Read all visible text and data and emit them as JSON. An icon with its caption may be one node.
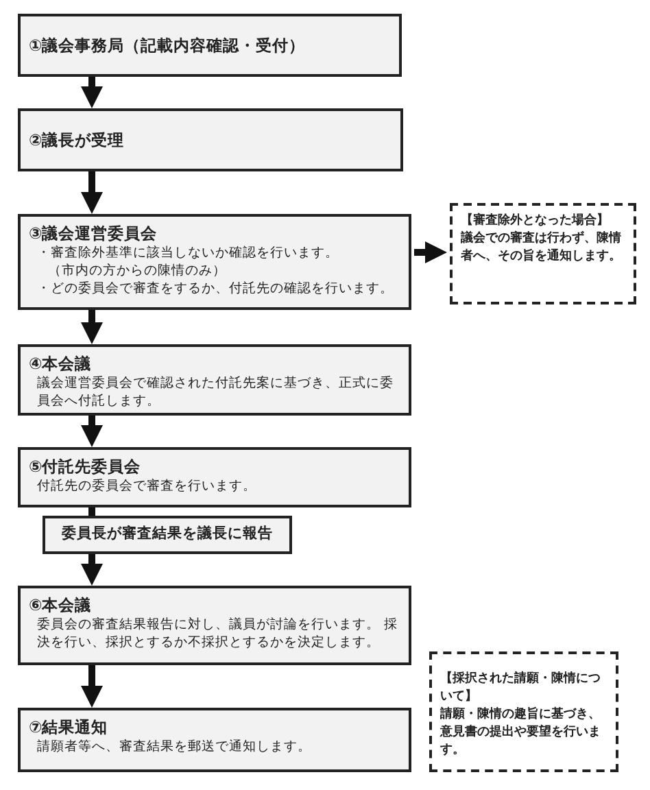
{
  "diagram": {
    "nodes": [
      {
        "text": [
          "①議会事務局（記載内容確認・受付）"
        ]
      },
      {
        "text": [
          "②議長が受理"
        ]
      },
      {
        "text": [
          "③議会運営委員会",
          "・審査除外基準に該当しないか確認を行います。",
          "（市内の方からの陳情のみ）",
          "・どの委員会で審査をするか、付託先の確認を行います。"
        ]
      },
      {
        "text": [
          "【審査除外となった場合】",
          "議会での審査は行わず、陳情者へ、その旨を通知します。"
        ]
      },
      {
        "text": [
          "④本会議",
          "議会運営委員会で確認された付託先案に基づき、正式に委員会へ付託します。"
        ]
      },
      {
        "text": [
          "⑤付託先委員会",
          "付託先の委員会で審査を行います。"
        ]
      },
      {
        "text": [
          "委員長が審査結果を議長に報告"
        ]
      },
      {
        "text": [
          "⑥本会議",
          "委員会の審査結果報告に対し、議員が討論を行います。 採決を行い、採択とするか不採択とするかを決定します。"
        ]
      },
      {
        "text": [
          "⑦結果通知",
          "請願者等へ、審査結果を郵送で通知します。"
        ]
      },
      {
        "text": [
          "【採択された請願・陳情について】",
          "請願・陳情の趣旨に基づき、意見書の提出や要望を行います。"
        ]
      }
    ],
    "edges": [
      {
        "from": 0,
        "to": 1,
        "arrow": "to"
      },
      {
        "from": 1,
        "to": 2,
        "arrow": "to"
      },
      {
        "from": 2,
        "to": 3,
        "arrow": "to"
      },
      {
        "from": 2,
        "to": 4,
        "arrow": "to"
      },
      {
        "from": 4,
        "to": 5,
        "arrow": "to"
      },
      {
        "from": 5,
        "to": 6,
        "arrow": "none"
      },
      {
        "from": 6,
        "to": 7,
        "arrow": "to"
      },
      {
        "from": 7,
        "to": 8,
        "arrow": "to"
      }
    ]
  }
}
